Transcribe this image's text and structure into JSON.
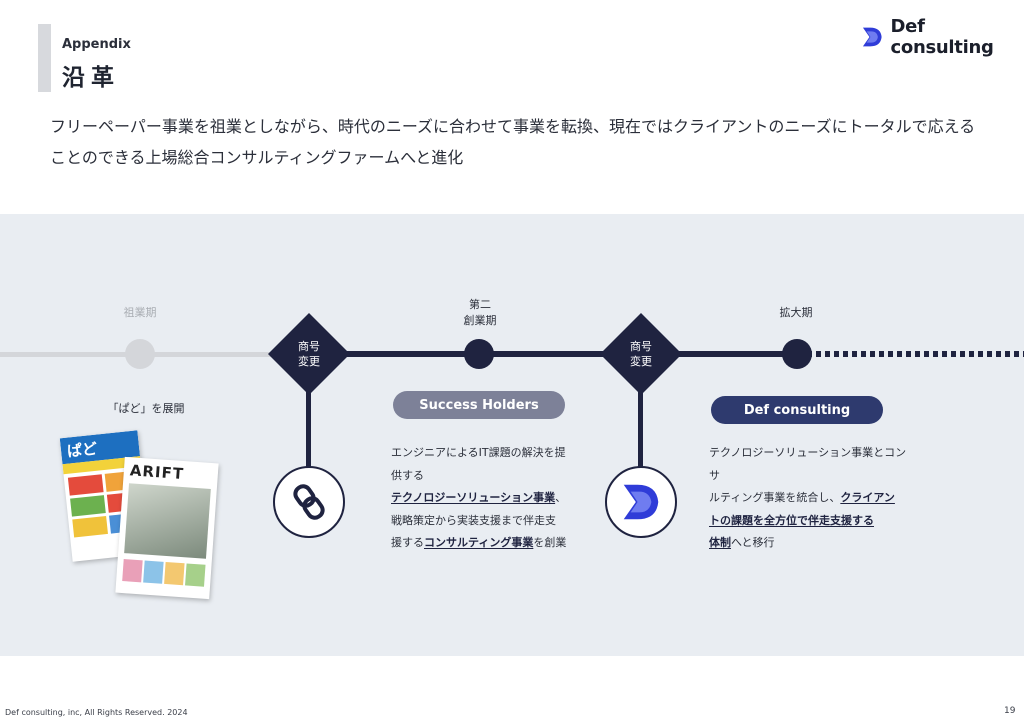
{
  "header": {
    "section": "Appendix",
    "title": "沿革",
    "brand": "Def consulting"
  },
  "lead": "フリーペーパー事業を祖業としながら、時代のニーズに合わせて事業を転換、現在ではクライアントのニーズにトータルで応えることのできる上場総合コンサルティングファームへと進化",
  "timeline": {
    "phase1": {
      "label": "祖業期",
      "subtitle": "「ぱど」を展開"
    },
    "phase2": {
      "label_line1": "第二",
      "label_line2": "創業期",
      "pill": "Success Holders"
    },
    "phase3": {
      "label": "拡大期",
      "pill": "Def consulting"
    },
    "change1": {
      "line1": "商号",
      "line2": "変更"
    },
    "change2": {
      "line1": "商号",
      "line2": "変更"
    }
  },
  "desc2": {
    "t1": "エンジニアによるIT課題の解決を提",
    "t2": "供する",
    "b1": "テクノロジーソリューション事業",
    "t3": "、",
    "t4": "戦略策定から実装支援まで伴走支",
    "t5": "援する",
    "b2": "コンサルティング事業",
    "t6": "を創業"
  },
  "desc3": {
    "t1": "テクノロジーソリューション事業とコンサ",
    "t2": "ルティング事業を統合し、",
    "b1": "クライアン",
    "b2": "トの課題を全方位で伴走支援する",
    "b3": "体制",
    "t3": "へと移行"
  },
  "magazines": {
    "mag1_title": "ぱど",
    "mag2_title": "ARIFT"
  },
  "footer": {
    "copyright": "Def consulting, inc, All Rights Reserved. 2024",
    "page": "19"
  },
  "colors": {
    "navy": "#1f2340",
    "gray_line": "#d4d6da",
    "band": "#e9edf2",
    "pill_success": "#7d8198",
    "pill_def": "#2e3a6e",
    "brand_blue": "#2f3cd8"
  },
  "icons": [
    "chain-link-icon",
    "def-logo-icon"
  ]
}
